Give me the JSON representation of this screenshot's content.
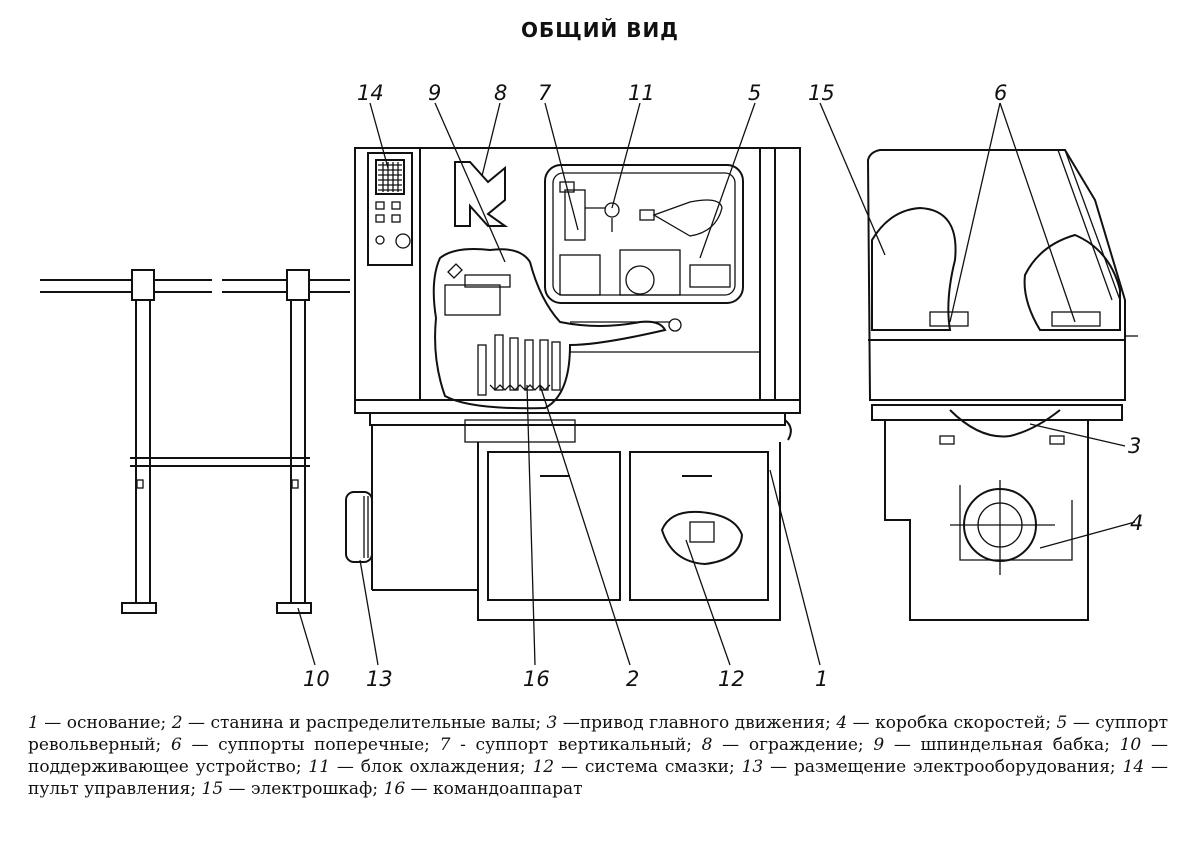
{
  "title": "ОБЩИЙ ВИД",
  "callouts": [
    "14",
    "9",
    "8",
    "7",
    "11",
    "5",
    "15",
    "6",
    "3",
    "4",
    "10",
    "13",
    "16",
    "2",
    "12",
    "1"
  ],
  "legend": [
    {
      "num": "1",
      "text": "основание"
    },
    {
      "num": "2",
      "text": "станина и распределительные валы"
    },
    {
      "num": "3",
      "text": "привод главного движения"
    },
    {
      "num": "4",
      "text": "коробка скоростей"
    },
    {
      "num": "5",
      "text": "суппорт револьверный"
    },
    {
      "num": "6",
      "text": "суппорты поперечные"
    },
    {
      "num": "7",
      "text": "суппорт вертикальный"
    },
    {
      "num": "8",
      "text": "ограждение"
    },
    {
      "num": "9",
      "text": "шпиндельная бабка"
    },
    {
      "num": "10",
      "text": "поддерживающее устройство"
    },
    {
      "num": "11",
      "text": "блок охлаждения"
    },
    {
      "num": "12",
      "text": "система смазки"
    },
    {
      "num": "13",
      "text": "размещение электрооборудования"
    },
    {
      "num": "14",
      "text": "пульт управления"
    },
    {
      "num": "15",
      "text": "электрошкаф"
    },
    {
      "num": "16",
      "text": "командоаппарат"
    }
  ]
}
